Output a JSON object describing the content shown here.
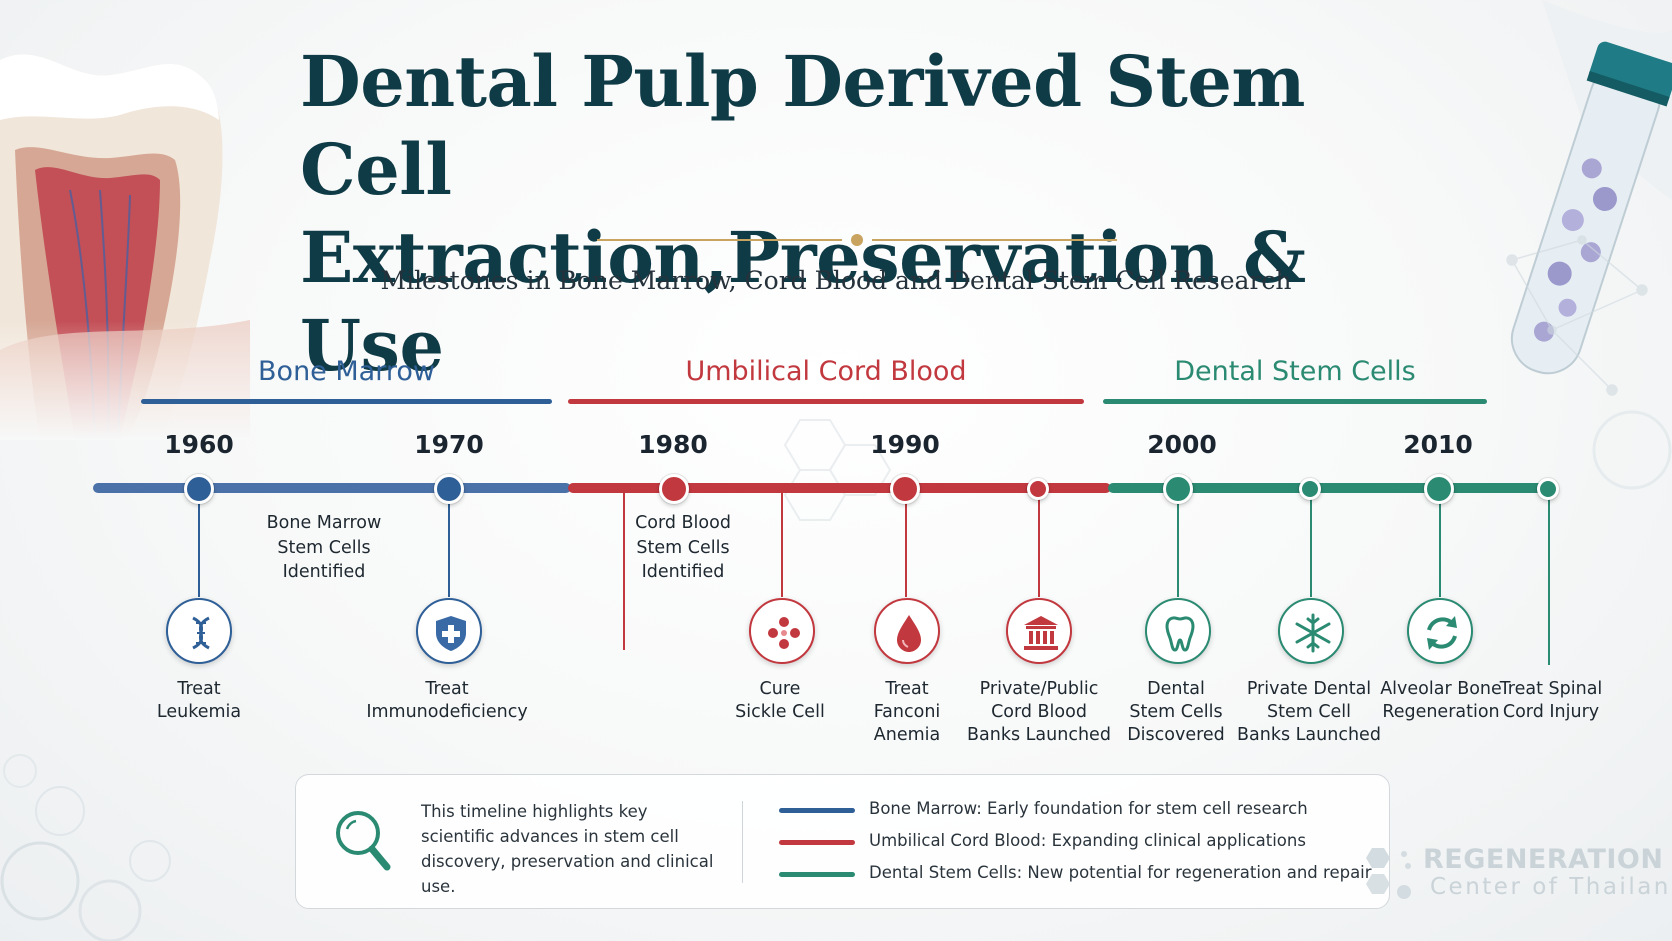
{
  "title": {
    "line1": "Dental Pulp Derived Stem Cell",
    "line2": "Extraction,Preservation & Use"
  },
  "subtitle": "Milestones in Bone Marrow, Cord Blood and Dental Stem Cell Research",
  "colors": {
    "bone_marrow": "#2f5f97",
    "cord_blood": "#c2383f",
    "dental": "#2b8a72",
    "title": "#0e3b46",
    "accent_gold": "#c9a461"
  },
  "eras": [
    {
      "label": "Bone Marrow"
    },
    {
      "label": "Umbilical Cord Blood"
    },
    {
      "label": "Dental Stem Cells"
    }
  ],
  "years": [
    "1960",
    "1970",
    "1980",
    "1990",
    "2000",
    "2010"
  ],
  "above_labels": [
    {
      "line1": "Bone Marrow",
      "line2": "Stem Cells",
      "line3": "Identified"
    },
    {
      "line1": "Cord Blood",
      "line2": "Stem Cells",
      "line3": "Identified"
    }
  ],
  "milestones": [
    {
      "line1": "Treat",
      "line2": "Leukemia",
      "line3": "",
      "icon": "dna-icon"
    },
    {
      "line1": "Treat",
      "line2": "Immunodeficiency",
      "line3": "",
      "icon": "shield-cross-icon"
    },
    {
      "line1": "Cure",
      "line2": "Sickle Cell",
      "line3": "",
      "icon": "blood-cells-icon"
    },
    {
      "line1": "Treat",
      "line2": "Fanconi",
      "line3": "Anemia",
      "icon": "blood-drop-icon"
    },
    {
      "line1": "Private/Public",
      "line2": "Cord Blood",
      "line3": "Banks Launched",
      "icon": "bank-building-icon"
    },
    {
      "line1": "Dental",
      "line2": "Stem Cells",
      "line3": "Discovered",
      "icon": "tooth-icon"
    },
    {
      "line1": "Private Dental",
      "line2": "Stem Cell",
      "line3": "Banks Launched",
      "icon": "snowflake-icon"
    },
    {
      "line1": "Alveolar Bone",
      "line2": "Regeneration",
      "line3": "",
      "icon": "regenerate-arrows-icon"
    },
    {
      "line1": "Treat Spinal",
      "line2": "Cord Injury",
      "line3": "",
      "icon": ""
    }
  ],
  "info": {
    "description": "This timeline highlights key scientific advances in stem cell discovery, preservation and clinical use.",
    "icon": "magnifier-icon"
  },
  "legend": [
    {
      "text": "Bone Marrow: Early foundation for stem cell research"
    },
    {
      "text": "Umbilical Cord Blood: Expanding clinical applications"
    },
    {
      "text": "Dental Stem Cells: New potential for regeneration and repair"
    }
  ],
  "brand": {
    "line1": "REGENERATION",
    "line2": "Center of Thailand"
  }
}
